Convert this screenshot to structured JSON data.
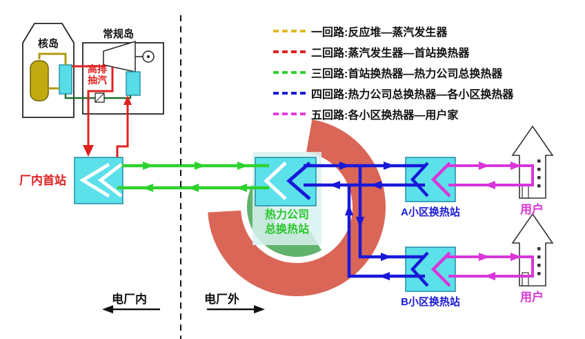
{
  "legend": {
    "items": [
      {
        "label": "一回路:反应堆—蒸汽发生器",
        "color": "#e0b820"
      },
      {
        "label": "二回路:蒸汽发生器—首站换热器",
        "color": "#e02020"
      },
      {
        "label": "三回路:首站换热器—热力公司总换热器",
        "color": "#2ed12e"
      },
      {
        "label": "四回路:热力公司总换热器—各小区换热器",
        "color": "#1818d8"
      },
      {
        "label": "五回路:各小区换热器—用户家",
        "color": "#e43ae4"
      }
    ]
  },
  "nodes": {
    "nuclear_island": "核岛",
    "conventional_island": "常规岛",
    "high_exhaust_steam": "高排\n抽汽",
    "plant_first_station": "厂内首站",
    "thermal_company_station": "热力公司\n总换热站",
    "district_a_station": "A小区换热站",
    "district_b_station": "B小区换热站",
    "user_a": "用户",
    "user_b": "用户"
  },
  "zones": {
    "inside_plant": "电厂内",
    "outside_plant": "电厂外"
  },
  "colors": {
    "circuit1_yellow": "#e0b820",
    "circuit2_red": "#e02020",
    "circuit3_green": "#2ed12e",
    "circuit4_blue": "#1818d8",
    "circuit5_magenta": "#e43ae4",
    "exchanger_fill": "#5ce0ea",
    "condensate_green": "#1c6e2e",
    "watermark_red": "#d2402e",
    "watermark_green": "#3aa048"
  }
}
